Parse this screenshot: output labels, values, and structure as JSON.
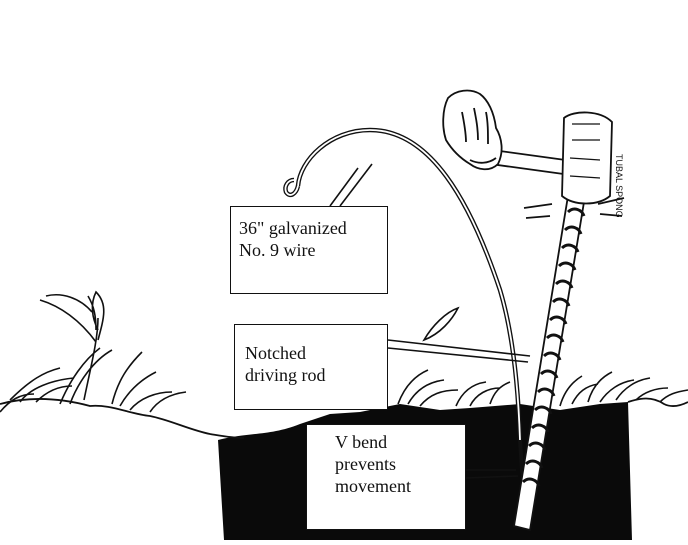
{
  "diagram": {
    "callouts": {
      "wire": {
        "line1": "36\" galvanized",
        "line2": "No. 9 wire"
      },
      "rod": {
        "line1": "Notched",
        "line2": "driving rod"
      },
      "vbend": {
        "line1": "V bend",
        "line2": "prevents",
        "line3": "movement"
      }
    },
    "hammer_head_text": "TUBAL SPONG",
    "colors": {
      "ink": "#111111",
      "ground": "#0a0a0a",
      "paper": "#ffffff"
    }
  }
}
